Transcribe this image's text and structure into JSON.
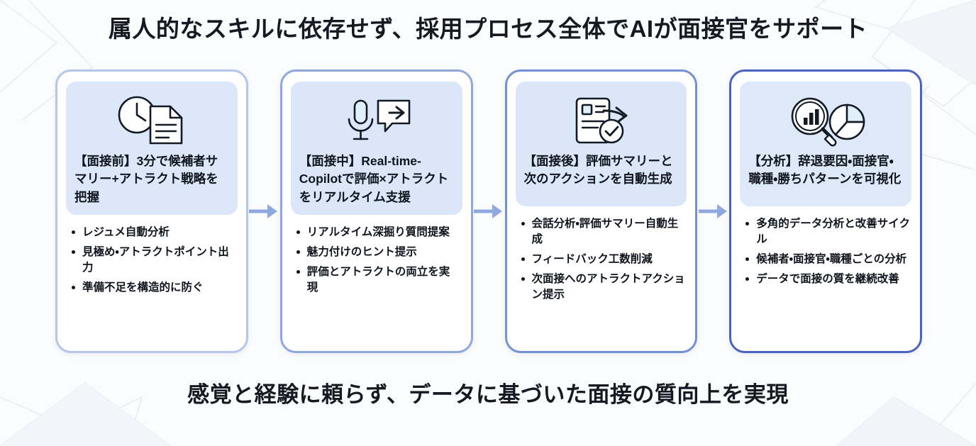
{
  "header": {
    "title": "属人的なスキルに依存せず、採用プロセス全体でAIが面接官をサポート"
  },
  "footer": {
    "caption": "感覚と経験に頼らず、データに基づいた面接の質向上を実現"
  },
  "colors": {
    "background": "#fbfcfe",
    "text": "#141922",
    "card_header_fill": "#dbe7f9",
    "card_border_1": "#b4c6ea",
    "card_border_2": "#8ea7dd",
    "card_border_3": "#7490d4",
    "card_border_4": "#4a63bf",
    "arrow": "#8fa9e0",
    "icon_stroke": "#121a26",
    "icon_fill": "#dff0fb"
  },
  "flow": {
    "arrow_icon_name": "arrow-right-icon",
    "cards": [
      {
        "id": "pre-interview",
        "icon": "clock-document-icon",
        "title": "【面接前】3分で候補者サマリー+アトラクト戦略を把握",
        "bullets": [
          "レジュメ自動分析",
          "見極め・アトラクトポイント出力",
          "準備不足を構造的に防ぐ"
        ]
      },
      {
        "id": "during-interview",
        "icon": "microphone-chat-icon",
        "title": "【面接中】Real-time-Copilotで評価×アトラクトをリアルタイム支援",
        "bullets": [
          "リアルタイム深掘り質問提案",
          "魅力付けのヒント提示",
          "評価とアトラクトの両立を実現"
        ]
      },
      {
        "id": "post-interview",
        "icon": "document-check-arrow-icon",
        "title": "【面接後】評価サマリーと次のアクションを自動生成",
        "bullets": [
          "会話分析・評価サマリー自動生成",
          "フィードバック工数削減",
          "次面接へのアトラクトアクション提示"
        ]
      },
      {
        "id": "analytics",
        "icon": "magnifier-chart-pie-icon",
        "title": "【分析】辞退要因・面接官・職種・勝ちパターンを可視化",
        "bullets": [
          "多角的データ分析と改善サイクル",
          "候補者・面接官・職種ごとの分析",
          "データで面接の質を継続改善"
        ]
      }
    ]
  }
}
